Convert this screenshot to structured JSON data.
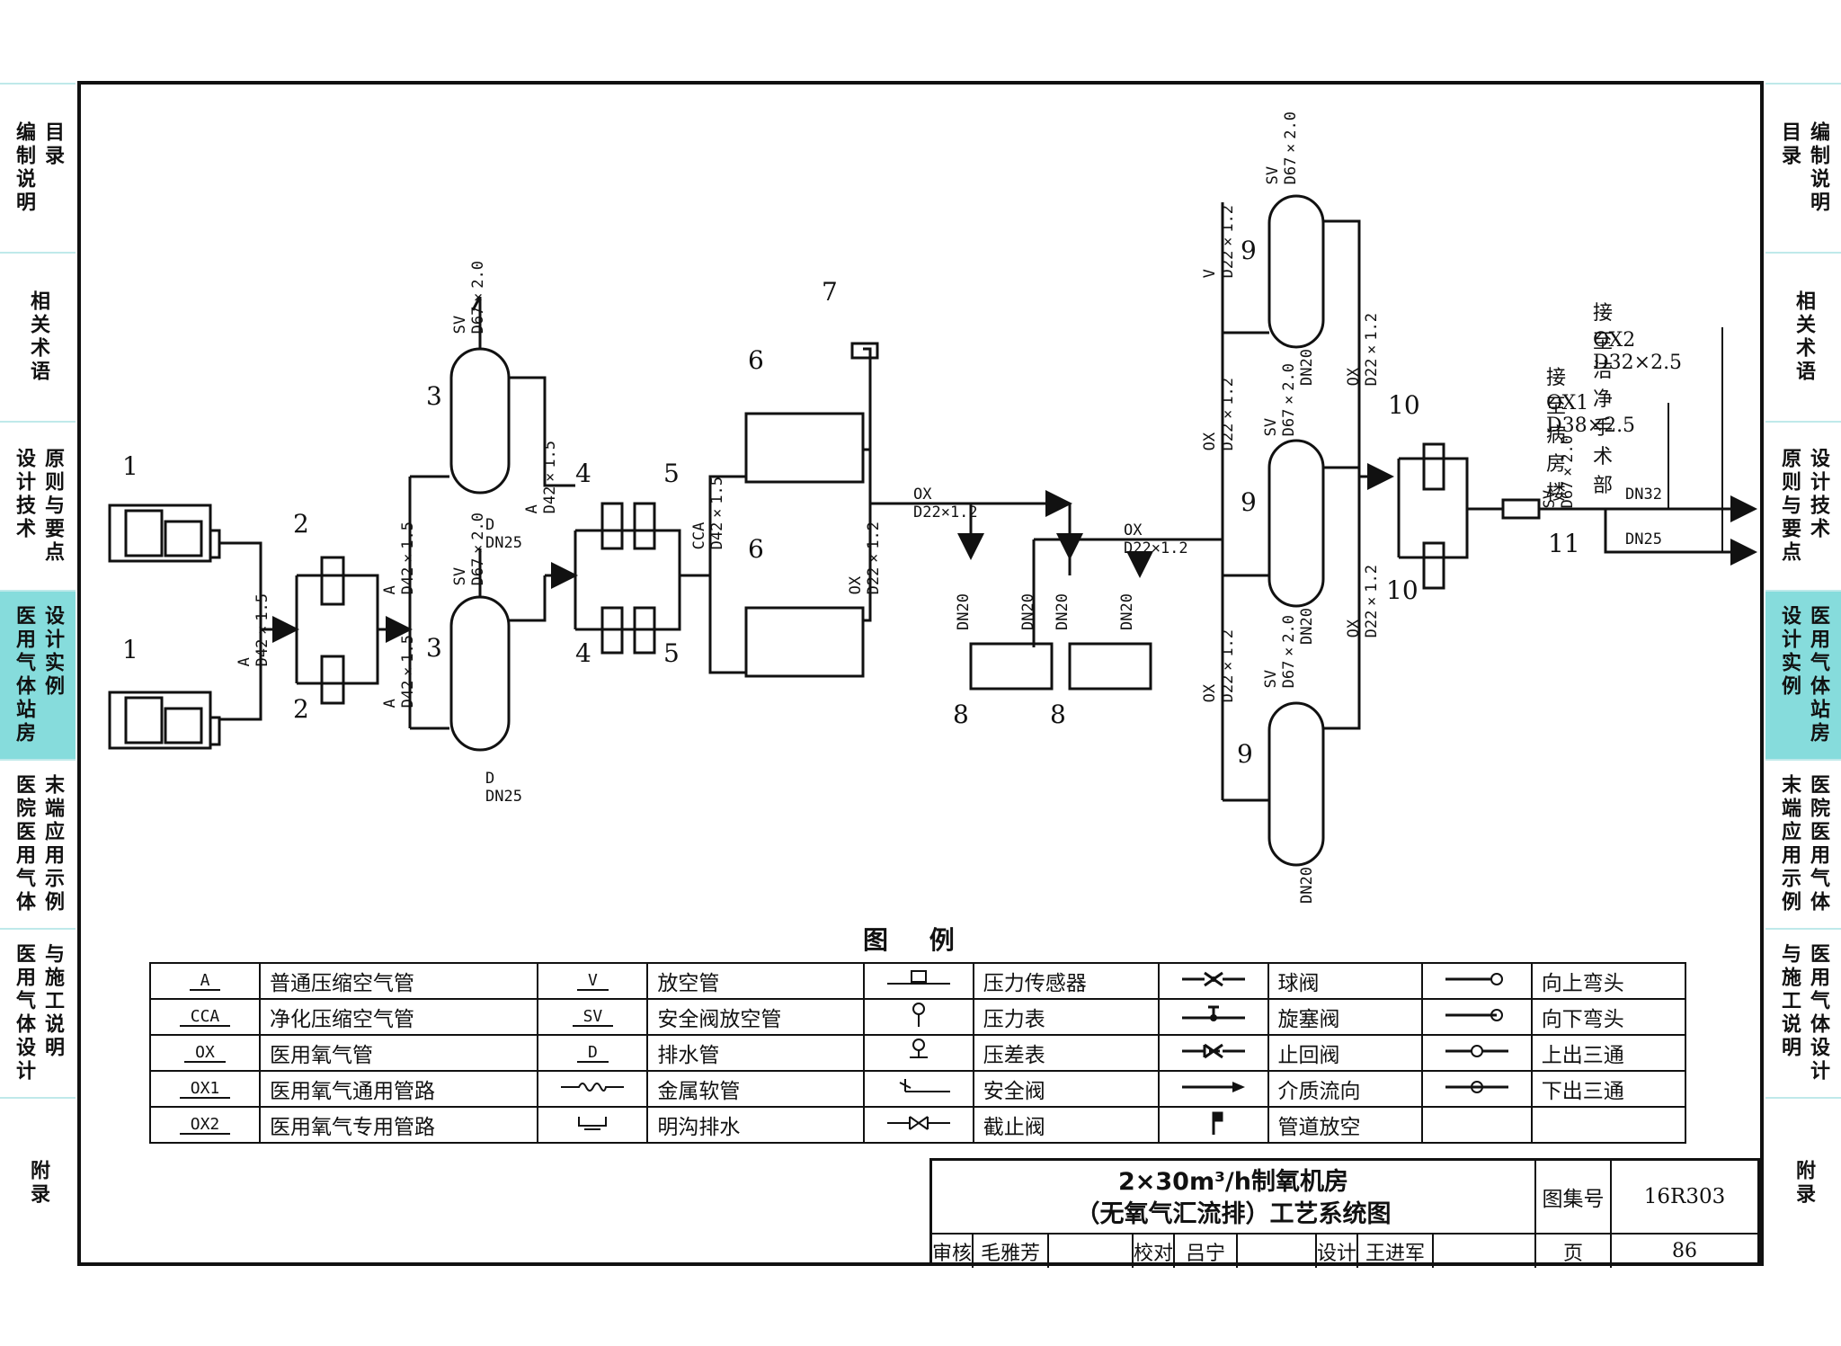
{
  "side_tabs_left": [
    {
      "cols": [
        "编制说明",
        "目录"
      ],
      "active": false
    },
    {
      "cols": [
        "相关术语"
      ],
      "active": false
    },
    {
      "cols": [
        "设计技术",
        "原则与要点"
      ],
      "active": false
    },
    {
      "cols": [
        "医用气体站房",
        "设计实例"
      ],
      "active": true
    },
    {
      "cols": [
        "医院医用气体",
        "末端应用示例"
      ],
      "active": false
    },
    {
      "cols": [
        "医用气体设计",
        "与施工说明"
      ],
      "active": false
    },
    {
      "cols": [
        "附录"
      ],
      "active": false
    }
  ],
  "side_tabs_right": [
    {
      "cols": [
        "目录",
        "编制说明"
      ],
      "active": false
    },
    {
      "cols": [
        "相关术语"
      ],
      "active": false
    },
    {
      "cols": [
        "原则与要点",
        "设计技术"
      ],
      "active": false
    },
    {
      "cols": [
        "设计实例",
        "医用气体站房"
      ],
      "active": true
    },
    {
      "cols": [
        "末端应用示例",
        "医院医用气体"
      ],
      "active": false
    },
    {
      "cols": [
        "与施工说明",
        "医用气体设计"
      ],
      "active": false
    },
    {
      "cols": [
        "附录"
      ],
      "active": false
    }
  ],
  "diagram": {
    "labels": {
      "n1": "1",
      "n2": "2",
      "n3": "3",
      "n4": "4",
      "n5": "5",
      "n6": "6",
      "n7": "7",
      "n8": "8",
      "n9": "9",
      "n10": "10",
      "n11": "11",
      "pipe_a1": "A D42×1.5",
      "pipe_a2": "A D42×1.5",
      "pipe_a3": "A D42×1.5",
      "pipe_a4": "A D42×1.5",
      "pipe_cca": "CCA D42×1.5",
      "sv_67": "SV D67×2.0",
      "d_dn25": "D DN25",
      "ox_d22": "OX D22×1.2",
      "v_d22": "V D22×1.2",
      "dn20": "DN20",
      "dn32": "DN32",
      "dn25": "DN25",
      "to_or": "接至洁净手术部",
      "ox2": "OX2 D32×2.5",
      "to_ward": "接至病房楼",
      "ox1": "OX1 D38×2.5"
    }
  },
  "legend": {
    "title": "图 例",
    "rows": [
      [
        {
          "sym": "A",
          "label": "普通压缩空气管"
        },
        {
          "sym": "V",
          "label": "放空管"
        },
        {
          "sym": "icon:pressure-sensor",
          "label": "压力传感器"
        },
        {
          "sym": "icon:ball-valve",
          "label": "球阀"
        },
        {
          "sym": "icon:elbow-up",
          "label": "向上弯头"
        }
      ],
      [
        {
          "sym": "CCA",
          "label": "净化压缩空气管"
        },
        {
          "sym": "SV",
          "label": "安全阀放空管"
        },
        {
          "sym": "icon:pressure-gauge",
          "label": "压力表"
        },
        {
          "sym": "icon:plug-valve",
          "label": "旋塞阀"
        },
        {
          "sym": "icon:elbow-down",
          "label": "向下弯头"
        }
      ],
      [
        {
          "sym": "OX",
          "label": "医用氧气管"
        },
        {
          "sym": "D",
          "label": "排水管"
        },
        {
          "sym": "icon:diff-gauge",
          "label": "压差表"
        },
        {
          "sym": "icon:check-valve",
          "label": "止回阀"
        },
        {
          "sym": "icon:tee-up",
          "label": "上出三通"
        }
      ],
      [
        {
          "sym": "OX1",
          "label": "医用氧气通用管路"
        },
        {
          "sym": "icon:flex-hose",
          "label": "金属软管"
        },
        {
          "sym": "icon:safety-valve",
          "label": "安全阀"
        },
        {
          "sym": "icon:flow-arrow",
          "label": "介质流向"
        },
        {
          "sym": "icon:tee-down",
          "label": "下出三通"
        }
      ],
      [
        {
          "sym": "OX2",
          "label": "医用氧气专用管路"
        },
        {
          "sym": "icon:drain",
          "label": "明沟排水"
        },
        {
          "sym": "icon:globe-valve",
          "label": "截止阀"
        },
        {
          "sym": "icon:vent",
          "label": "管道放空"
        },
        {
          "sym": "",
          "label": ""
        }
      ]
    ]
  },
  "title_block": {
    "title_line1": "2×30m³/h制氧机房",
    "title_line2": "（无氧气汇流排）工艺系统图",
    "atlas_label": "图集号",
    "atlas_no": "16R303",
    "review_label": "审核",
    "reviewer": "毛雅芳",
    "check_label": "校对",
    "checker": "吕宁",
    "design_label": "设计",
    "designer": "王进军",
    "page_label": "页",
    "page_no": "86"
  }
}
